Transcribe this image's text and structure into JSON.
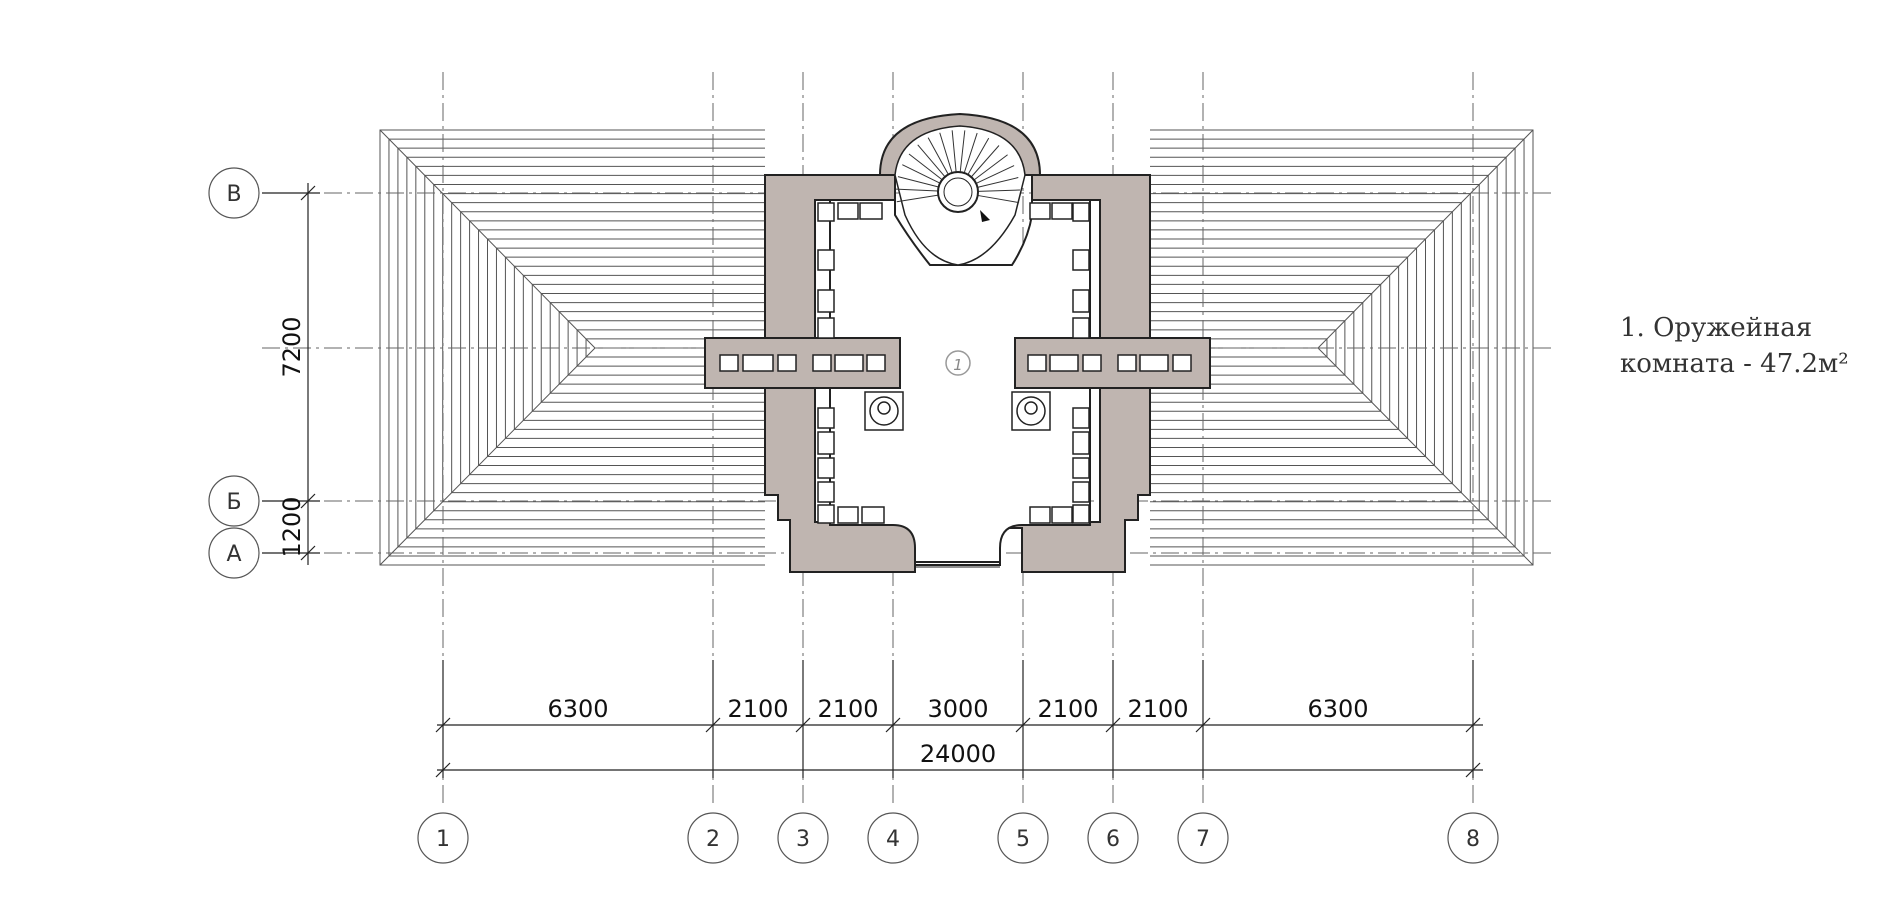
{
  "axes": {
    "columns": [
      "1",
      "2",
      "3",
      "4",
      "5",
      "6",
      "7",
      "8"
    ],
    "rows": [
      "В",
      "Б",
      "А"
    ]
  },
  "dimensions": {
    "bays": [
      "6300",
      "2100",
      "2100",
      "3000",
      "2100",
      "2100",
      "6300"
    ],
    "total": "24000",
    "vertical": [
      "7200",
      "1200"
    ]
  },
  "room_tag": "1",
  "legend": {
    "line1": "1. Оружейная",
    "line2": "комната - 47.2м²"
  },
  "colors": {
    "wall_fill": "#bfb5b0",
    "line": "#222222",
    "roof_line": "#555555"
  }
}
